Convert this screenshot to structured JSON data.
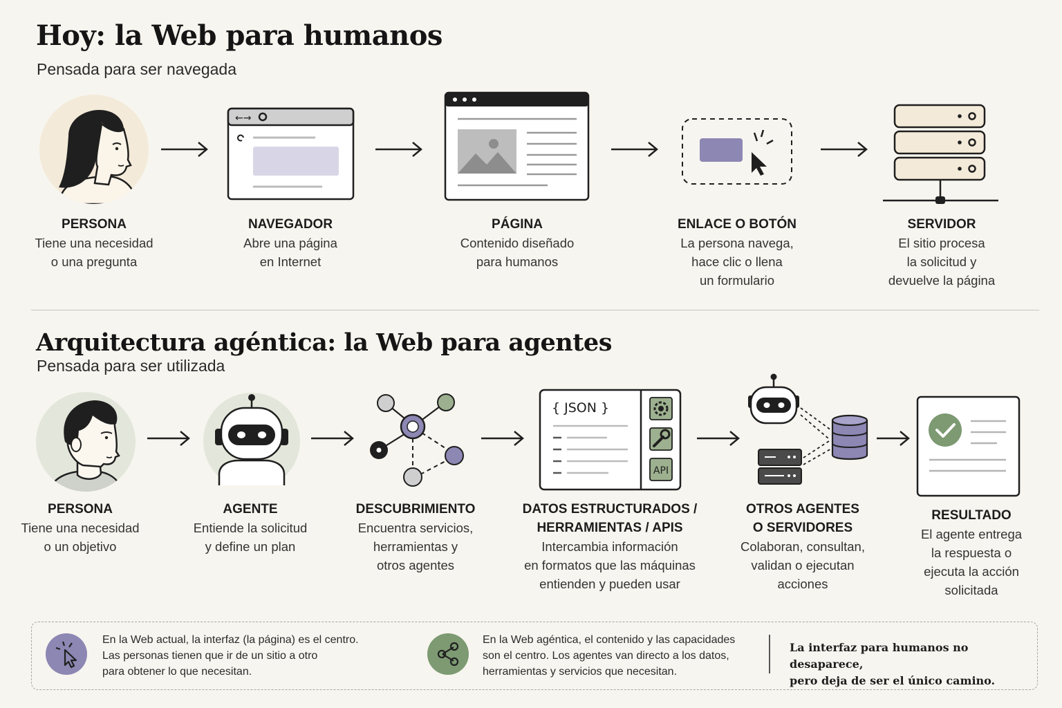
{
  "top": {
    "title": "Hoy: la Web para humanos",
    "subtitle": "Pensada para ser navegada",
    "steps": [
      {
        "title": "PERSONA",
        "lines": [
          "Tiene una necesidad",
          "o una pregunta"
        ]
      },
      {
        "title": "NAVEGADOR",
        "lines": [
          "Abre una página",
          "en Internet"
        ]
      },
      {
        "title": "PÁGINA",
        "lines": [
          "Contenido diseñado",
          "para humanos"
        ]
      },
      {
        "title": "ENLACE O BOTÓN",
        "lines": [
          "La persona navega,",
          "hace clic o llena",
          "un formulario"
        ]
      },
      {
        "title": "SERVIDOR",
        "lines": [
          "El sitio procesa",
          "la solicitud y",
          "devuelve la página"
        ]
      }
    ]
  },
  "bottom": {
    "title": "Arquitectura agéntica: la Web para agentes",
    "subtitle": "Pensada para ser utilizada",
    "steps": [
      {
        "title": "PERSONA",
        "lines": [
          "Tiene una necesidad",
          "o un objetivo"
        ]
      },
      {
        "title": "AGENTE",
        "lines": [
          "Entiende la solicitud",
          "y define un plan"
        ]
      },
      {
        "title": "DESCUBRIMIENTO",
        "lines": [
          "Encuentra servicios,",
          "herramientas y",
          "otros agentes"
        ]
      },
      {
        "title": "DATOS ESTRUCTURADOS /",
        "title2": "HERRAMIENTAS / APIS",
        "lines": [
          "Intercambia información",
          "en formatos que las máquinas",
          "entienden y pueden usar"
        ]
      },
      {
        "title": "OTROS AGENTES",
        "title2": "O SERVIDORES",
        "lines": [
          "Colaboran, consultan,",
          "validan o ejecutan",
          "acciones"
        ]
      },
      {
        "title": "RESULTADO",
        "lines": [
          "El agente entrega",
          "la respuesta o",
          "ejecuta la acción",
          "solicitada"
        ]
      }
    ],
    "json_card": {
      "label": "{ JSON }",
      "api": "API"
    }
  },
  "footer": {
    "left": [
      "En la Web actual, la interfaz (la página) es el centro.",
      "Las personas tienen que ir de un sitio a otro",
      "para obtener lo que necesitan."
    ],
    "middle": [
      "En la Web agéntica, el contenido y las capacidades",
      "son el centro. Los agentes van directo a los datos,",
      "herramientas y servicios que necesitan."
    ],
    "quote": [
      "La interfaz para humanos no desaparece,",
      "pero deja de ser el único camino."
    ]
  },
  "icons": {
    "top": [
      "person-icon",
      "browser-icon",
      "page-icon",
      "click-button-icon",
      "server-icon"
    ],
    "bottom": [
      "person-icon",
      "robot-icon",
      "network-icon",
      "json-api-icon",
      "agents-servers-icon",
      "result-check-icon"
    ],
    "footer": [
      "cursor-click-icon",
      "share-icon"
    ]
  },
  "colors": {
    "background": "#f7f5ef",
    "lavender": "#8d87b4",
    "green": "#7d9a72",
    "cream": "#f4ead9",
    "dark": "#1f1f1f"
  }
}
